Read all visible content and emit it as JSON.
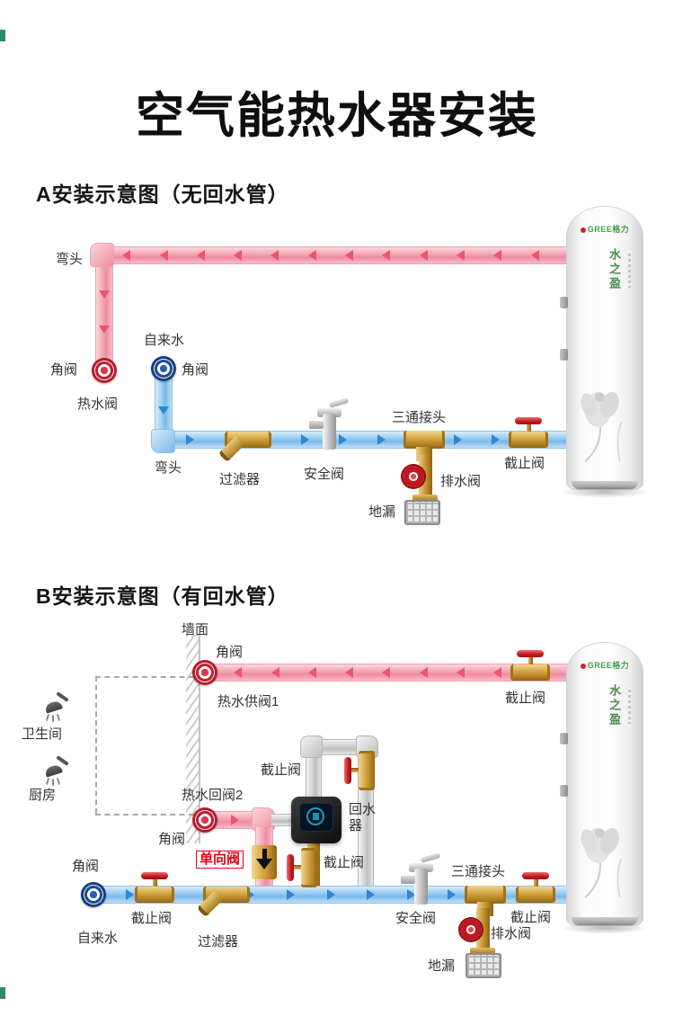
{
  "page": {
    "title": "空气能热水器安装"
  },
  "sections": {
    "a": "A安装示意图（无回水管）",
    "b": "B安装示意图（有回水管）"
  },
  "tank": {
    "brand": "GREE格力",
    "model": "水之盈"
  },
  "a": {
    "elbow_top": "弯头",
    "angle_valve_hot": "角阀",
    "hot_water_valve": "热水阀",
    "tap_water": "自来水",
    "angle_valve_cold": "角阀",
    "elbow_bottom": "弯头",
    "filter": "过滤器",
    "safety_valve": "安全阀",
    "tee_joint": "三通接头",
    "drain_valve": "排水阀",
    "floor_drain": "地漏",
    "stop_valve": "截止阀"
  },
  "b": {
    "wall": "墙面",
    "angle_valve_supply": "角阀",
    "hot_supply_valve": "热水供阀1",
    "stop_valve_hot": "截止阀",
    "bathroom": "卫生间",
    "kitchen": "厨房",
    "hot_return_valve": "热水回阀2",
    "angle_valve_return": "角阀",
    "check_valve": "单向阀",
    "stop_valve_return": "截止阀",
    "return_device": "回水器",
    "stop_valve_pump": "截止阀",
    "angle_valve_cold": "角阀",
    "tap_water": "自来水",
    "stop_valve_cold": "截止阀",
    "filter": "过滤器",
    "safety_valve": "安全阀",
    "tee_joint": "三通接头",
    "drain_valve": "排水阀",
    "floor_drain": "地漏",
    "stop_valve_tank": "截止阀"
  },
  "colors": {
    "hot_pipe": "#f2a2b2",
    "cold_pipe": "#7ab8e8",
    "return_pipe": "#cfcfcf",
    "brass": "#c8932f",
    "accent_red": "#e60012",
    "brand_green": "#3fa048"
  }
}
